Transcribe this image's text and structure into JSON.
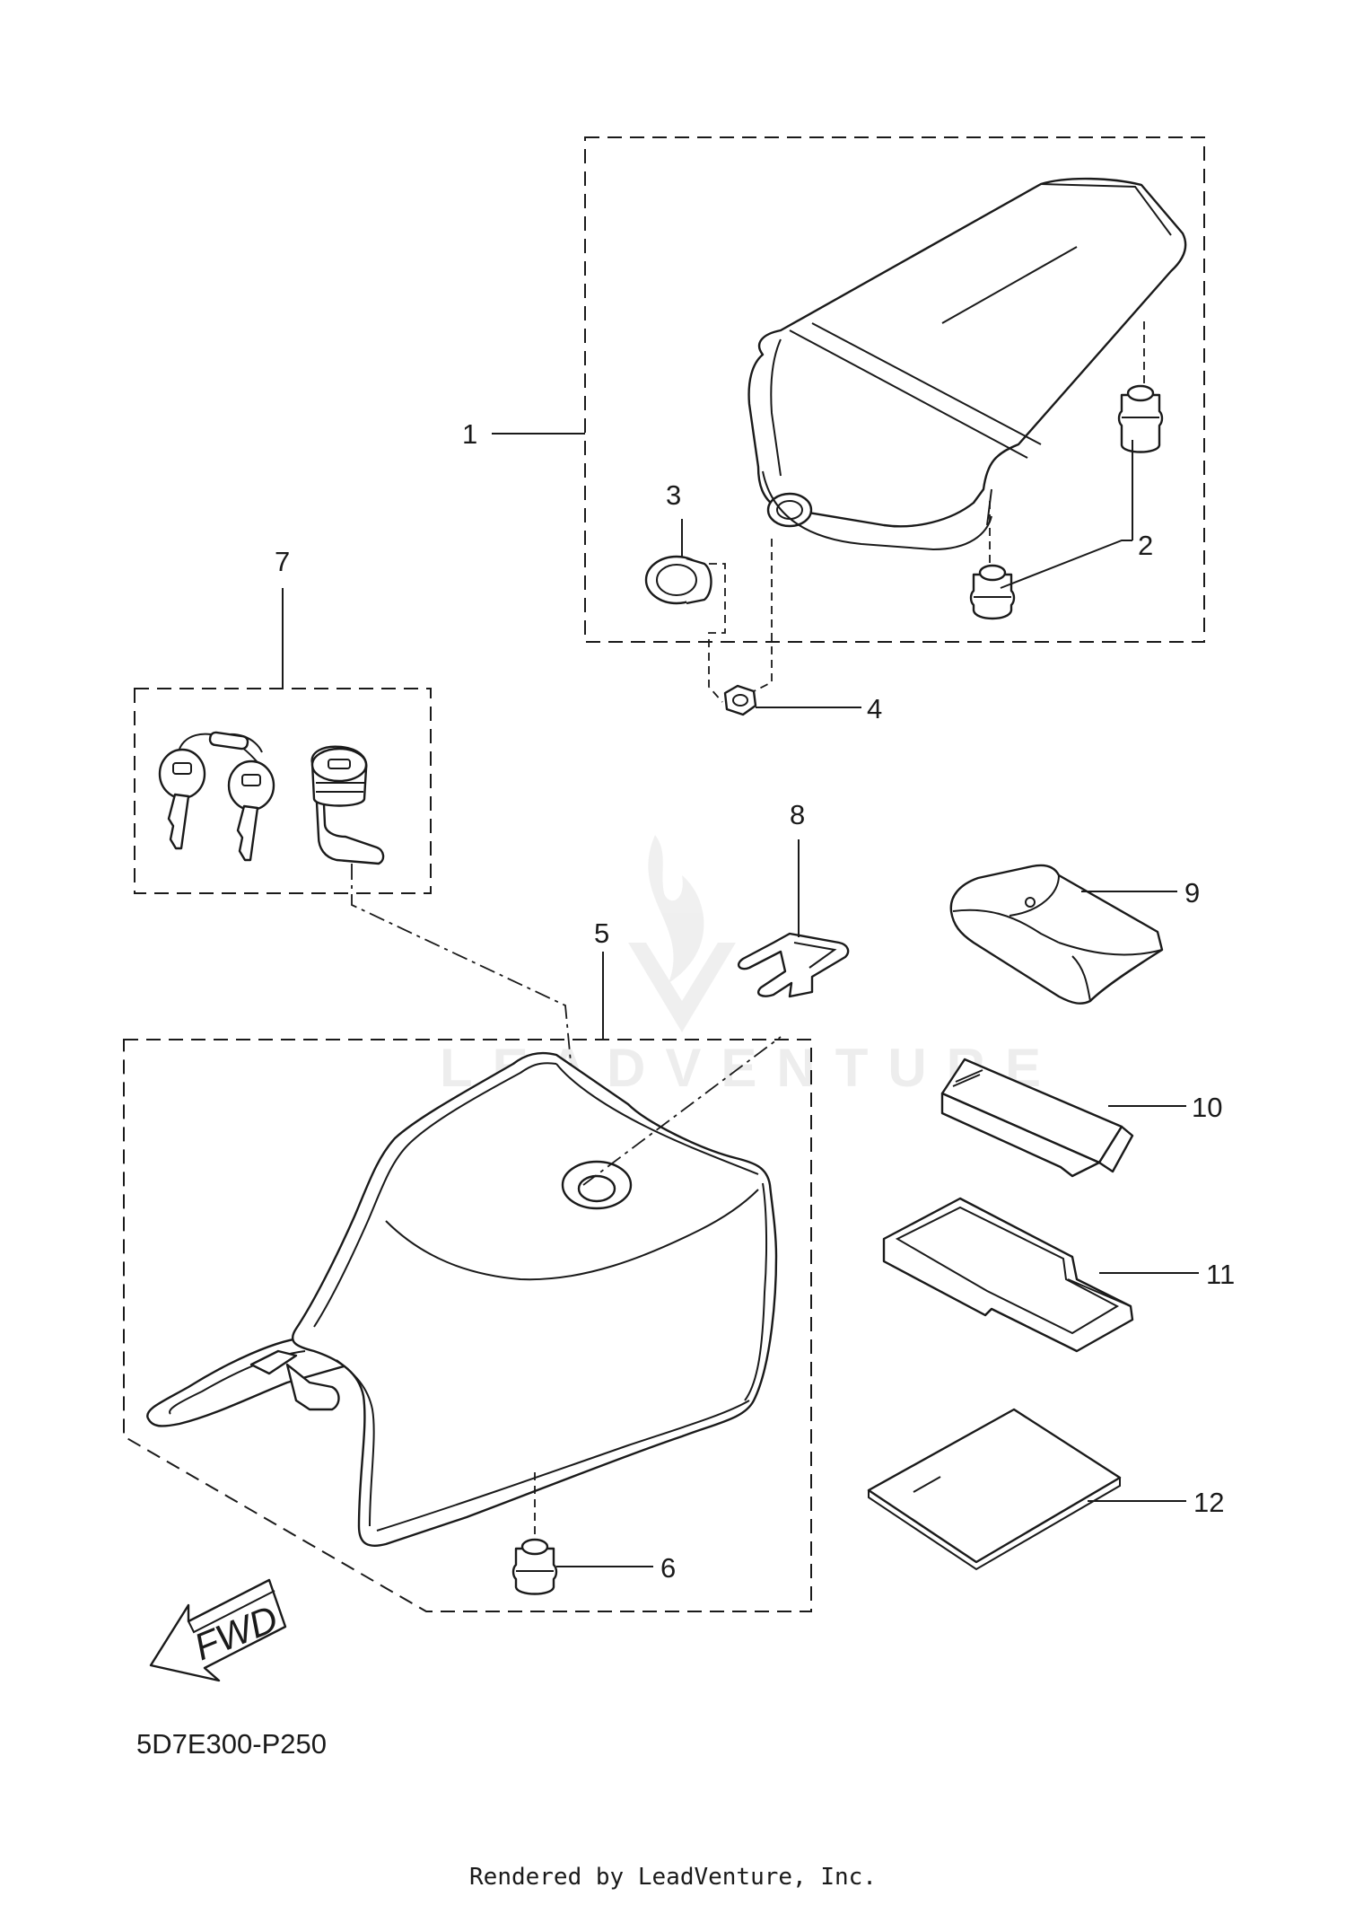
{
  "callouts": [
    {
      "id": "1",
      "label": "1"
    },
    {
      "id": "2",
      "label": "2"
    },
    {
      "id": "3",
      "label": "3"
    },
    {
      "id": "4",
      "label": "4"
    },
    {
      "id": "5",
      "label": "5"
    },
    {
      "id": "6",
      "label": "6"
    },
    {
      "id": "7",
      "label": "7"
    },
    {
      "id": "8",
      "label": "8"
    },
    {
      "id": "9",
      "label": "9"
    },
    {
      "id": "10",
      "label": "10"
    },
    {
      "id": "11",
      "label": "11"
    },
    {
      "id": "12",
      "label": "12"
    }
  ],
  "fwd_label": "FWD",
  "watermark": "LEADVENTURE",
  "diagram_code": "5D7E300-P250",
  "footer": "Rendered by LeadVenture, Inc."
}
